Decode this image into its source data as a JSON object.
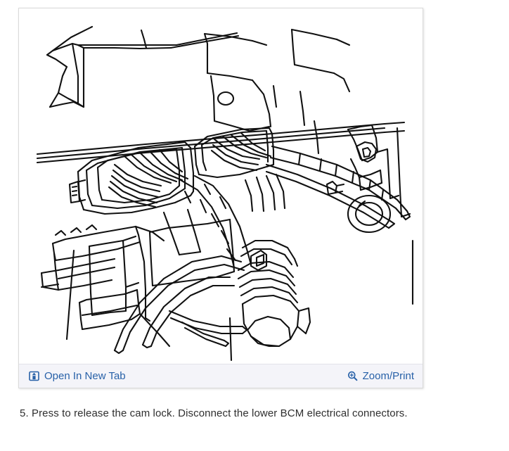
{
  "figure": {
    "alt": "Line drawing of vehicle dash structure showing lower BCM electrical connectors, wiring harness and corrugated conduit boot",
    "toolbar": {
      "open_new_tab": {
        "label": "Open In New Tab",
        "icon": "open-in-new-tab-icon"
      },
      "zoom_print": {
        "label": "Zoom/Print",
        "icon": "magnifier-plus-icon"
      }
    }
  },
  "caption": {
    "text": "5. Press to release the cam lock. Disconnect the lower BCM electrical connectors.",
    "step_number": "5"
  },
  "colors": {
    "link": "#2861a8",
    "toolbar_bg": "#f4f4f9",
    "panel_border": "#dadada",
    "caption_text": "#2f2f2f",
    "line_art": "#111111"
  }
}
